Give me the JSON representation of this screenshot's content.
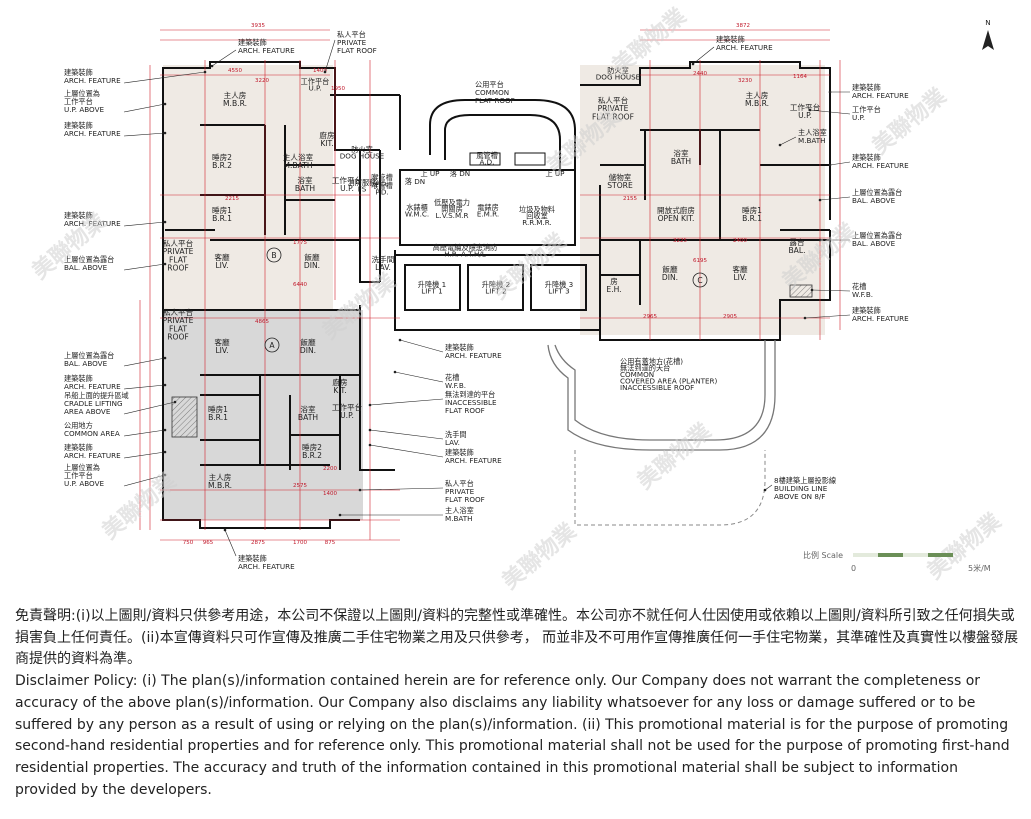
{
  "north": "N",
  "scale": {
    "label": "比例 Scale",
    "start": "0",
    "end": "5米/M"
  },
  "watermark": "美聯物業",
  "unit_labels": [
    "A",
    "B",
    "C"
  ],
  "left_callouts": [
    [
      "建築裝飾",
      "ARCH. FEATURE"
    ],
    [
      "上層位置為",
      "工作平台",
      "U.P. ABOVE"
    ],
    [
      "建築裝飾",
      "ARCH. FEATURE"
    ],
    [
      "建築裝飾",
      "ARCH. FEATURE"
    ],
    [
      "上層位置為露台",
      "BAL. ABOVE"
    ],
    [
      "上層位置為露台",
      "BAL. ABOVE"
    ],
    [
      "建築裝飾",
      "ARCH. FEATURE"
    ],
    [
      "吊船上面的提升區域",
      "CRADLE LIFTING",
      "AREA ABOVE"
    ],
    [
      "公用地方",
      "COMMON AREA"
    ],
    [
      "建築裝飾",
      "ARCH. FEATURE"
    ],
    [
      "上層位置為",
      "工作平台",
      "U.P. ABOVE"
    ]
  ],
  "right_callouts": [
    [
      "建築裝飾",
      "ARCH. FEATURE"
    ],
    [
      "工作平台",
      "U.P."
    ],
    [
      "主人浴室",
      "M.BATH"
    ],
    [
      "建築裝飾",
      "ARCH. FEATURE"
    ],
    [
      "上層位置為露台",
      "BAL. ABOVE"
    ],
    [
      "上層位置為露台",
      "BAL. ABOVE"
    ],
    [
      "花槽",
      "W.F.B."
    ],
    [
      "建築裝飾",
      "ARCH. FEATURE"
    ]
  ],
  "center_callouts": [
    [
      "建築裝飾",
      "ARCH. FEATURE"
    ],
    [
      "花槽",
      "W.F.B."
    ],
    [
      "無法到達的平台",
      "INACCESSIBLE",
      "FLAT ROOF"
    ],
    [
      "洗手間",
      "LAV."
    ],
    [
      "建築裝飾",
      "ARCH. FEATURE"
    ],
    [
      "私人平台",
      "PRIVATE",
      "FLAT ROOF"
    ],
    [
      "主人浴室",
      "M.BATH"
    ]
  ],
  "top_callouts": {
    "left_feature": [
      "建築裝飾",
      "ARCH. FEATURE"
    ],
    "private_roof": [
      "私人平台",
      "PRIVATE",
      "FLAT ROOF"
    ],
    "right_feature": [
      "建築裝飾",
      "ARCH. FEATURE"
    ],
    "common_roof": [
      "公用平台",
      "COMMON",
      "FLAT ROOF"
    ],
    "bottom_feature": [
      "建築裝飾",
      "ARCH. FEATURE"
    ]
  },
  "building_line": [
    "8樓建築上層投影線",
    "BUILDING LINE",
    "ABOVE ON 8/F"
  ],
  "common_covered": [
    "公用有蓋地方(花槽)",
    "無法到達的天台",
    "COMMON",
    "COVERED AREA (PLANTER)",
    "INACCESSIBLE ROOF"
  ],
  "rooms_b": [
    [
      "主人房",
      "M.B.R."
    ],
    [
      "睡房2",
      "B.R.2"
    ],
    [
      "睡房1",
      "B.R.1"
    ],
    [
      "主人浴室",
      "M.BATH"
    ],
    [
      "浴室",
      "BATH"
    ],
    [
      "廚房",
      "KIT."
    ],
    [
      "私人平台",
      "PRIVATE",
      "FLAT",
      "ROOF"
    ],
    [
      "客廳",
      "LIV."
    ],
    [
      "飯廳",
      "DIN."
    ],
    [
      "洗手間",
      "LAV."
    ],
    [
      "工作平台",
      "U.P."
    ]
  ],
  "rooms_a": [
    [
      "私人平台",
      "PRIVATE",
      "FLAT",
      "ROOF"
    ],
    [
      "客廳",
      "LIV."
    ],
    [
      "飯廳",
      "DIN."
    ],
    [
      "廚房",
      "KIT."
    ],
    [
      "睡房1",
      "B.R.1"
    ],
    [
      "浴室",
      "BATH"
    ],
    [
      "睡房2",
      "B.R.2"
    ],
    [
      "主人房",
      "M.B.R."
    ],
    [
      "工作平台",
      "U.P."
    ]
  ],
  "rooms_c": [
    [
      "主人房",
      "M.B.R."
    ],
    [
      "私人平台",
      "PRIVATE",
      "FLAT ROOF"
    ],
    [
      "浴室",
      "BATH"
    ],
    [
      "儲物室",
      "STORE"
    ],
    [
      "開放式廚房",
      "OPEN KIT."
    ],
    [
      "睡房1",
      "B.R.1"
    ],
    [
      "飯廳",
      "DIN."
    ],
    [
      "客廳",
      "LIV."
    ],
    [
      "露台",
      "BAL."
    ],
    [
      "房",
      "E.H."
    ],
    [
      "工作平台",
      "U.P."
    ]
  ],
  "core_labels": [
    [
      "升降機 1",
      "LIFT 1"
    ],
    [
      "升降機 2",
      "LIFT 2"
    ],
    [
      "升降機 3",
      "LIFT 3"
    ],
    [
      "風管槽",
      "A.D."
    ],
    [
      "喉管槽",
      "P.D."
    ],
    [
      "水錶櫃",
      "W.M.C."
    ],
    [
      "低壓及電力",
      "開關房",
      "L.V.S.M.R"
    ],
    [
      "電錶房",
      "E.M.R."
    ],
    [
      "垃圾及物料",
      "回收室",
      "R.R.M.R."
    ],
    [
      "高壓電纜及隱患消防",
      "H.R. A.T.H/L"
    ],
    [
      "落 DN"
    ],
    [
      "上 UP"
    ],
    [
      "落 DN"
    ],
    [
      "上 UP"
    ],
    [
      "防火室",
      "DOG HOUSE"
    ],
    [
      "防火室",
      "DOG HOUSE"
    ],
    [
      "消防服務",
      "FS"
    ],
    [
      "喉管槽",
      "P.D."
    ],
    [
      "工作平台",
      "U.P."
    ]
  ],
  "dims": {
    "top": [
      "3935",
      "3872",
      "4550",
      "1400",
      "3220",
      "3230",
      "1950",
      "2440",
      "1164"
    ],
    "middle": [
      "2215",
      "1775",
      "6440",
      "4865",
      "3225",
      "6195",
      "2155",
      "2400",
      "2965",
      "2905"
    ],
    "bottom": [
      "750",
      "965",
      "2875",
      "1700",
      "875",
      "2200",
      "1400",
      "2575"
    ]
  },
  "disclaimer_zh": "免責聲明:(i)以上圖則/資料只供參考用途，本公司不保證以上圖則/資料的完整性或準確性。本公司亦不就任何人仕因使用或依賴以上圖則/資料所引致之任何損失或損害負上任何責任。(ii)本宣傳資料只可作宣傳及推廣二手住宅物業之用及只供參考， 而並非及不可用作宣傳推廣任何一手住宅物業，其準確性及真實性以樓盤發展商提供的資料為準。",
  "disclaimer_en": "Disclaimer Policy: (i) The plan(s)/information contained herein are for reference only. Our Company does not warrant the completeness or accuracy of the above plan(s)/information. Our Company also disclaims any liability whatsoever for any loss or damage suffered or to be suffered by any person as a result of using or relying on the plan(s)/information. (ii) This promotional material is for the purpose of promoting second-hand residential properties and for reference only. This promotional material shall not be used for the purpose of promoting first-hand residential properties. The accuracy and truth of the information contained in this promotional material shall be subject to information provided by the developers."
}
